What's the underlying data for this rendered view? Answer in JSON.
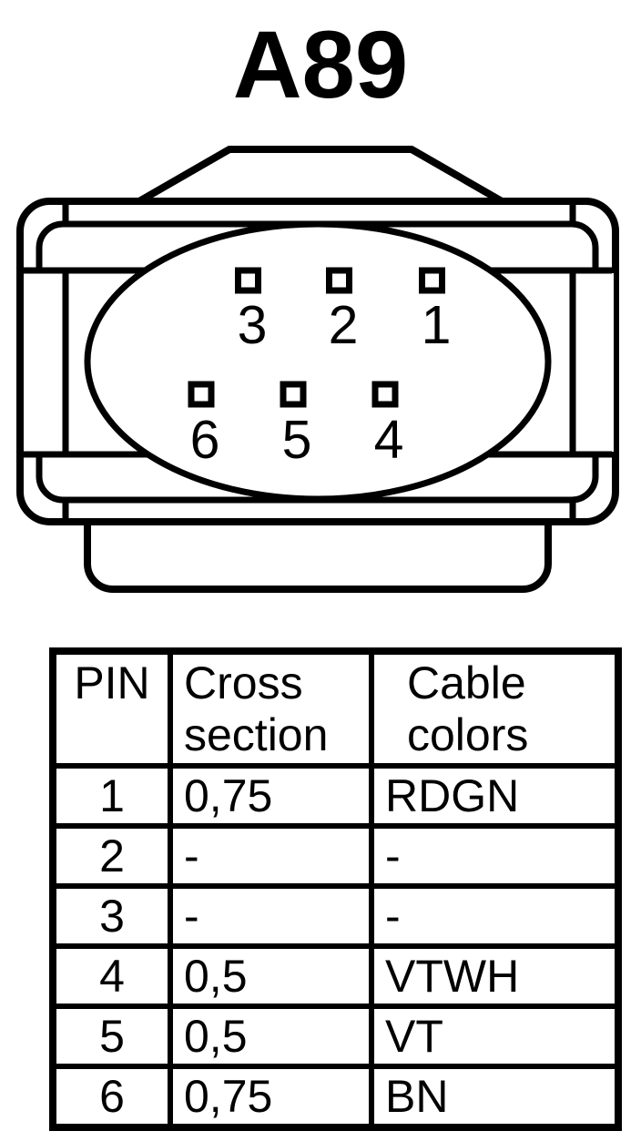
{
  "title": "A89",
  "connector": {
    "pin_rows": {
      "top": [
        "3",
        "2",
        "1"
      ],
      "bottom": [
        "6",
        "5",
        "4"
      ]
    }
  },
  "table": {
    "headers": {
      "pin": "PIN",
      "cross_section_line1": "Cross",
      "cross_section_line2": "section",
      "cable_colors_line1": "Cable",
      "cable_colors_line2": "colors"
    },
    "rows": [
      {
        "pin": "1",
        "cross_section": "0,75",
        "cable_colors": "RDGN"
      },
      {
        "pin": "2",
        "cross_section": "-",
        "cable_colors": "-"
      },
      {
        "pin": "3",
        "cross_section": "-",
        "cable_colors": "-"
      },
      {
        "pin": "4",
        "cross_section": "0,5",
        "cable_colors": "VTWH"
      },
      {
        "pin": "5",
        "cross_section": "0,5",
        "cable_colors": "VT"
      },
      {
        "pin": "6",
        "cross_section": "0,75",
        "cable_colors": "BN"
      }
    ]
  },
  "colors": {
    "line": "#000000",
    "background": "#ffffff"
  }
}
